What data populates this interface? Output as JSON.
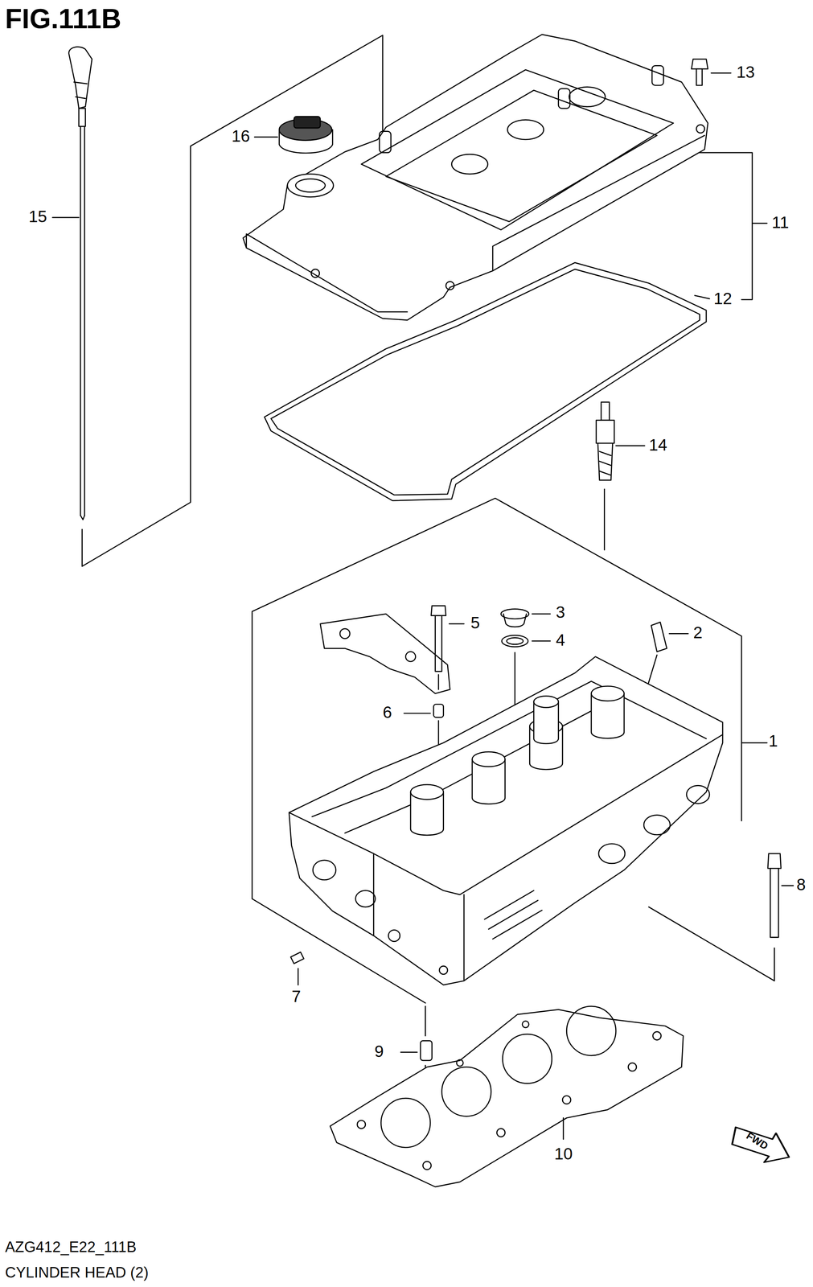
{
  "diagram": {
    "title": "FIG.111B",
    "caption": "CYLINDER HEAD (2)",
    "nodes": [
      {
        "text": [
          "FWD"
        ]
      }
    ],
    "labels": [
      "13",
      "16",
      "11",
      "15",
      "12",
      "14",
      "3",
      "5",
      "2",
      "4",
      "6",
      "1",
      "8",
      "7",
      "9",
      "10",
      "AZG412_E22_111B"
    ]
  }
}
